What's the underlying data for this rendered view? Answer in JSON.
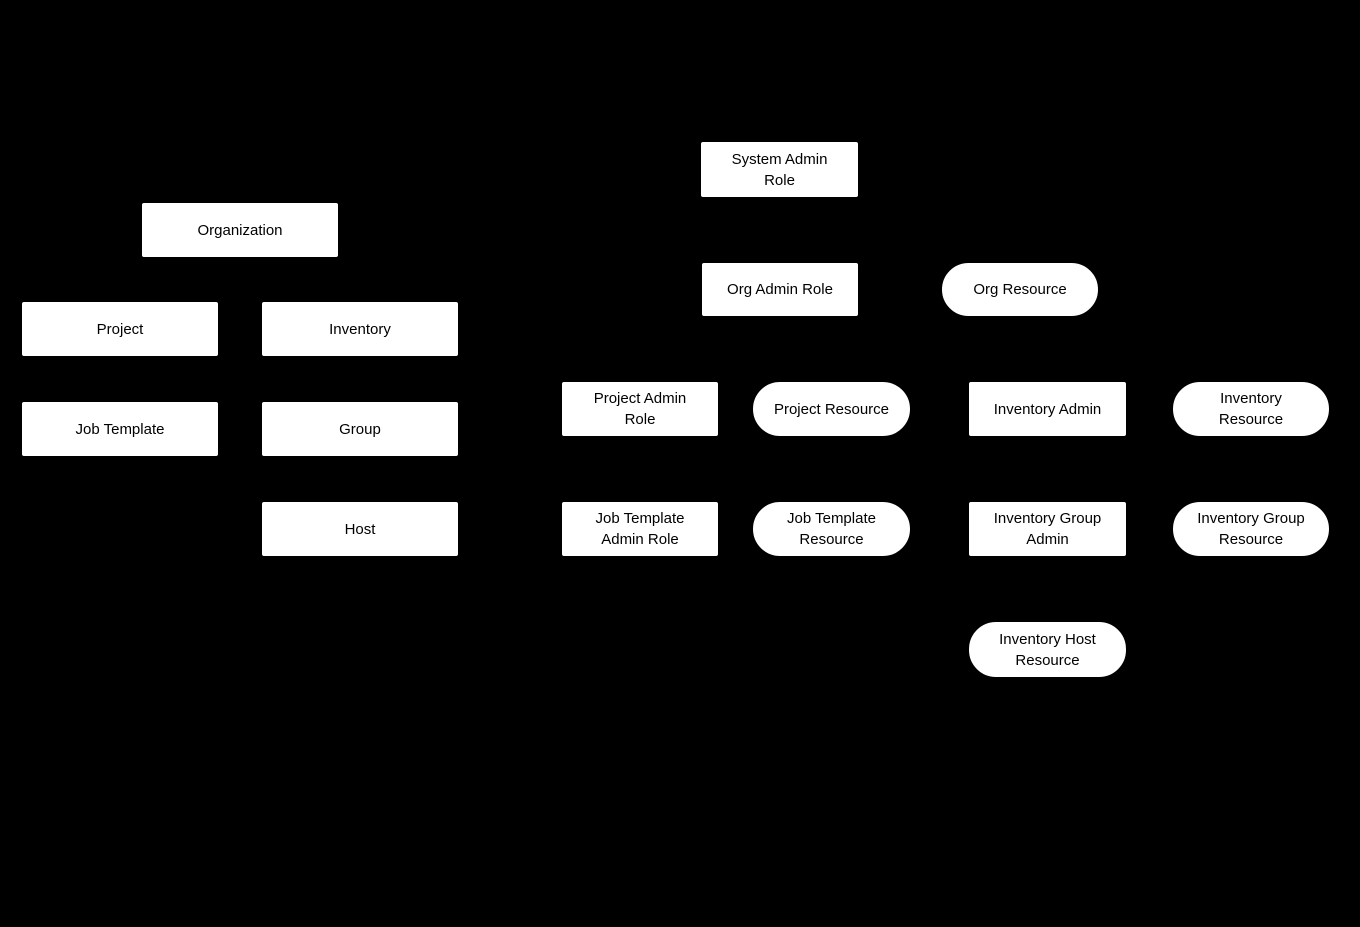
{
  "diagram": {
    "title": "Role-based access control object/role/resource diagram",
    "colors": {
      "background": "#000000",
      "node_fill": "#ffffff",
      "node_text": "#000000"
    }
  },
  "nodes": [
    {
      "id": "organization",
      "shape": "rect",
      "label": "Organization"
    },
    {
      "id": "project",
      "shape": "rect",
      "label": "Project"
    },
    {
      "id": "inventory",
      "shape": "rect",
      "label": "Inventory"
    },
    {
      "id": "job-template",
      "shape": "rect",
      "label": "Job Template"
    },
    {
      "id": "group",
      "shape": "rect",
      "label": "Group"
    },
    {
      "id": "host",
      "shape": "rect",
      "label": "Host"
    },
    {
      "id": "system-admin-role",
      "shape": "rect",
      "label": "System Admin\nRole"
    },
    {
      "id": "org-admin-role",
      "shape": "rect",
      "label": "Org Admin Role"
    },
    {
      "id": "org-resource",
      "shape": "pill",
      "label": "Org Resource"
    },
    {
      "id": "project-admin-role",
      "shape": "rect",
      "label": "Project Admin\nRole"
    },
    {
      "id": "project-resource",
      "shape": "pill",
      "label": "Project Resource"
    },
    {
      "id": "inventory-admin",
      "shape": "rect",
      "label": "Inventory Admin"
    },
    {
      "id": "inventory-resource",
      "shape": "pill",
      "label": "Inventory\nResource"
    },
    {
      "id": "job-template-admin-role",
      "shape": "rect",
      "label": "Job Template\nAdmin Role"
    },
    {
      "id": "job-template-resource",
      "shape": "pill",
      "label": "Job Template\nResource"
    },
    {
      "id": "inventory-group-admin",
      "shape": "rect",
      "label": "Inventory Group\nAdmin"
    },
    {
      "id": "inventory-group-resource",
      "shape": "pill",
      "label": "Inventory Group\nResource"
    },
    {
      "id": "inventory-host-resource",
      "shape": "pill",
      "label": "Inventory Host\nResource"
    }
  ]
}
